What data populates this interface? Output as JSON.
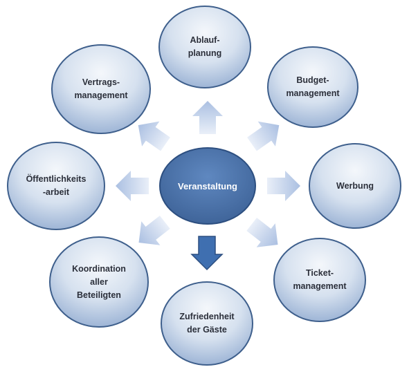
{
  "center": {
    "label": "Veranstaltung"
  },
  "nodes": [
    {
      "id": "ablaufplanung",
      "label": "Ablauf-\nplanung"
    },
    {
      "id": "budgetmanagement",
      "label": "Budget-\nmanagement"
    },
    {
      "id": "werbung",
      "label": "Werbung"
    },
    {
      "id": "ticketmanagement",
      "label": "Ticket-\nmanagement"
    },
    {
      "id": "zufriedenheit",
      "label": "Zufriedenheit\nder Gäste"
    },
    {
      "id": "koordination",
      "label": "Koordination\naller\nBeteiligten"
    },
    {
      "id": "oeffentlichkeitsarbeit",
      "label": "Öffentlichkeits\n-arbeit"
    },
    {
      "id": "vertragsmanagement",
      "label": "Vertrags-\nmanagement"
    }
  ],
  "colors": {
    "center_fill": "#4f77ad",
    "center_stroke": "#2d4f80",
    "node_light": "#f4f7fb",
    "node_dark": "#9eb5d6",
    "node_stroke": "#3e5f8c",
    "arrow_light": "#a6bce0",
    "arrow_dark": "#3f6fb0"
  }
}
